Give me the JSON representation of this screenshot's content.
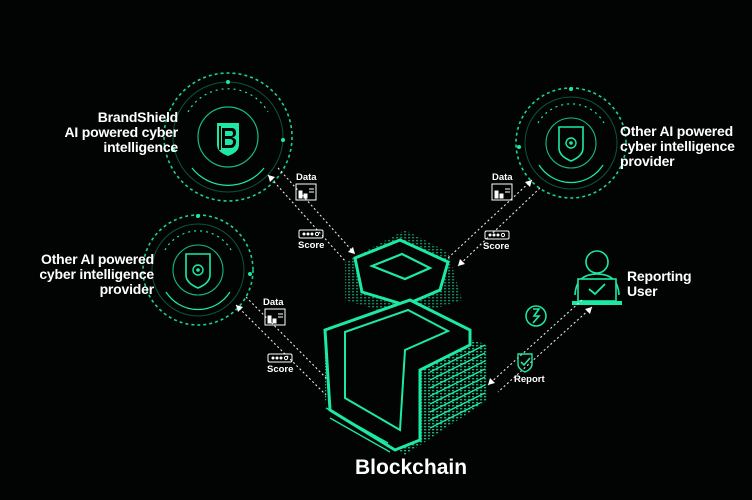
{
  "colors": {
    "accent": "#1de9a6",
    "background": "#000000",
    "text": "#ffffff"
  },
  "nodes": {
    "brandshield": {
      "lines": [
        "BrandShield",
        "AI powered cyber",
        "intelligence"
      ],
      "icon": "brandshield-logo-icon"
    },
    "provider_left": {
      "lines": [
        "Other AI powered",
        "cyber intelligence",
        "provider"
      ],
      "icon": "shield-icon"
    },
    "provider_right": {
      "lines": [
        "Other AI powered",
        "cyber intelligence",
        "provider"
      ],
      "icon": "shield-icon"
    },
    "reporting_user": {
      "lines": [
        "Reporting",
        "User"
      ],
      "icon": "user-laptop-icon"
    },
    "blockchain": {
      "label": "Blockchain",
      "icon": "blockchain-block-icon"
    }
  },
  "flow_labels": {
    "data": "Data",
    "score": "Score",
    "report": "Report"
  }
}
